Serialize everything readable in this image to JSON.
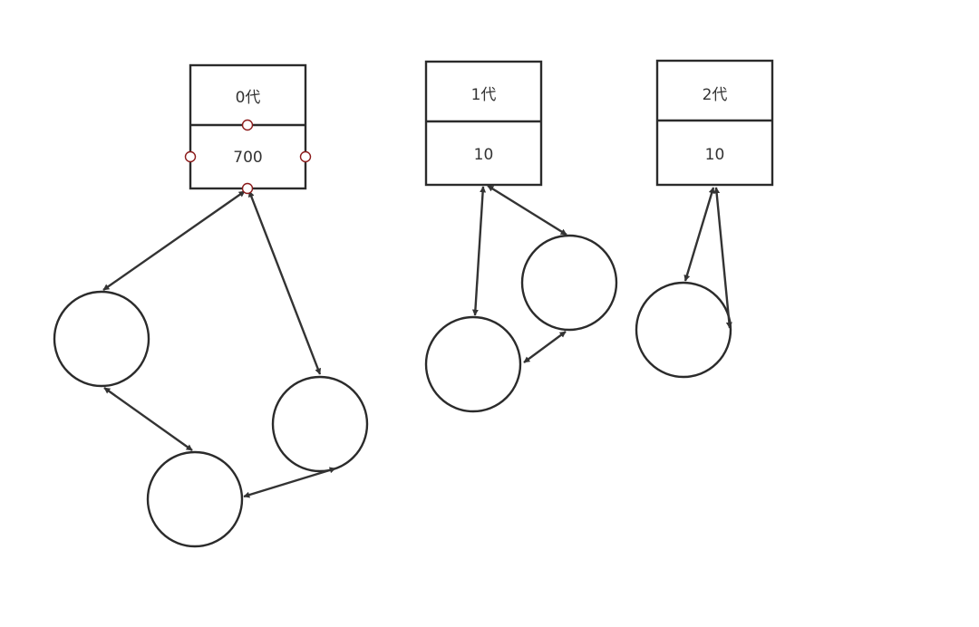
{
  "generations": [
    {
      "label": "0代",
      "count": "700"
    },
    {
      "label": "1代",
      "count": "10"
    },
    {
      "label": "2代",
      "count": "10"
    }
  ],
  "colors": {
    "stroke": "#2b2b2b",
    "text": "#333333",
    "selection_handle": "#8b1a1a",
    "background": "#ffffff"
  }
}
